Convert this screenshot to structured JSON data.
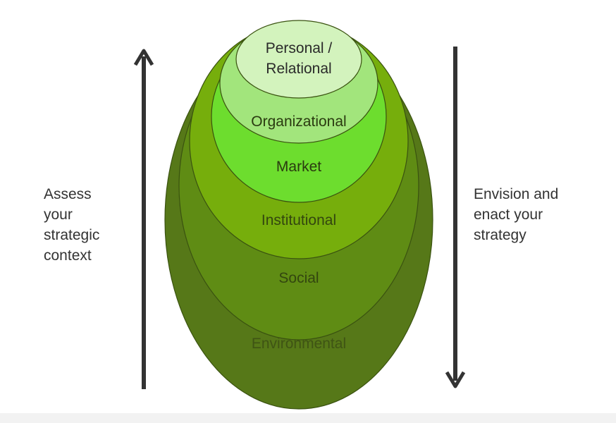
{
  "layers": [
    {
      "id": "environmental",
      "label": "Environmental",
      "color": "#567818",
      "text_color": "#3f5414"
    },
    {
      "id": "social",
      "label": "Social",
      "color": "#5f8c14",
      "text_color": "#33460f"
    },
    {
      "id": "institutional",
      "label": "Institutional",
      "color": "#76ae0c",
      "text_color": "#33460f"
    },
    {
      "id": "market",
      "label": "Market",
      "color": "#6ddd2e",
      "text_color": "#2a3a10"
    },
    {
      "id": "organizational",
      "label": "Organizational",
      "color": "#a2e57c",
      "text_color": "#2a3a10"
    },
    {
      "id": "personal-relational",
      "label": "Personal /\nRelational",
      "color": "#d3f3bd",
      "text_color": "#2a2a2a"
    }
  ],
  "left_text": "Assess\nyour\nstrategic\ncontext",
  "right_text": "Envision and\nenact your\nstrategy",
  "arrow_color": "#333333"
}
